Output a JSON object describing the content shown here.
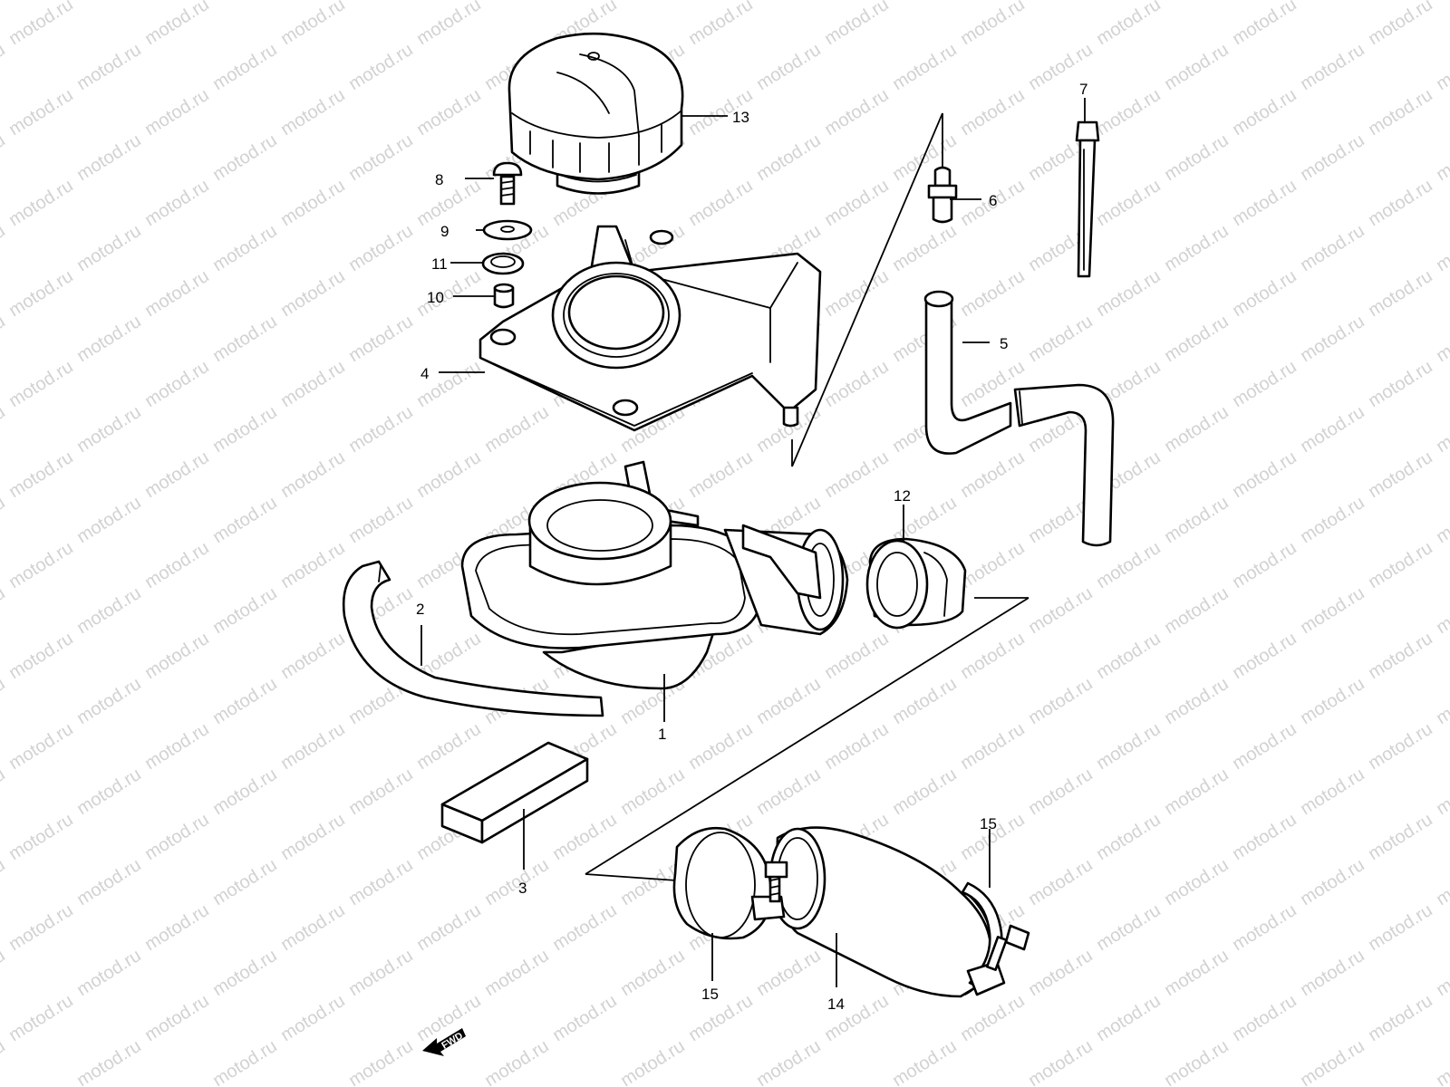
{
  "watermark": "motod.ru",
  "fwd_label": "FWD",
  "callouts": {
    "c1": "1",
    "c2": "2",
    "c3": "3",
    "c4": "4",
    "c5": "5",
    "c6": "6",
    "c7": "7",
    "c8": "8",
    "c9": "9",
    "c10": "10",
    "c11": "11",
    "c12": "12",
    "c13": "13",
    "c14": "14",
    "c15a": "15",
    "c15b": "15"
  },
  "parts": {
    "p1": "air-filter-housing",
    "p2": "seal-strip",
    "p3": "foam-pad",
    "p4": "mounting-bracket",
    "p5": "breather-hose",
    "p6": "hose-joint",
    "p7": "cable-tie",
    "p8": "screw",
    "p9": "washer",
    "p10": "collar",
    "p11": "grommet",
    "p12": "sleeve",
    "p13": "filler-cap",
    "p14": "intake-hose",
    "p15": "hose-clamp"
  }
}
